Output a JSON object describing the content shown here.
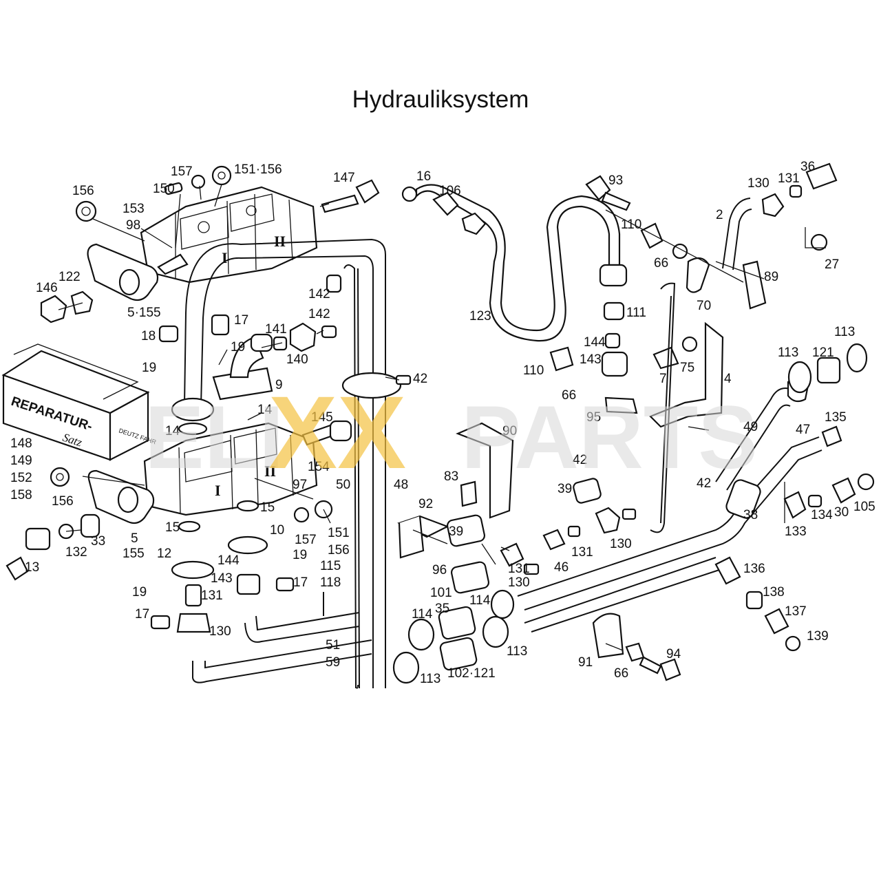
{
  "title": "Hydrauliksystem",
  "box": {
    "line1": "REPARATUR-",
    "line2": "Satz",
    "logo": "DEUTZ FAHR"
  },
  "watermark": {
    "part1": "ELI",
    "part2": "XX",
    "part3": "PARTS",
    "color_grey": "#d8d8d8",
    "color_yellow": "#f5c242"
  },
  "pump_marks": {
    "left": "I",
    "right": "II"
  },
  "labels": [
    {
      "id": "156a",
      "text": "156"
    },
    {
      "id": "153",
      "text": "153"
    },
    {
      "id": "98",
      "text": "98"
    },
    {
      "id": "157a",
      "text": "157"
    },
    {
      "id": "150",
      "text": "150"
    },
    {
      "id": "151-156a",
      "text": "151·156"
    },
    {
      "id": "147",
      "text": "147"
    },
    {
      "id": "122",
      "text": "122"
    },
    {
      "id": "146",
      "text": "146"
    },
    {
      "id": "5-155a",
      "text": "5·155"
    },
    {
      "id": "17a",
      "text": "17"
    },
    {
      "id": "18",
      "text": "18"
    },
    {
      "id": "19a",
      "text": "19"
    },
    {
      "id": "19b",
      "text": "19"
    },
    {
      "id": "141",
      "text": "141"
    },
    {
      "id": "142a",
      "text": "142"
    },
    {
      "id": "142b",
      "text": "142"
    },
    {
      "id": "140",
      "text": "140"
    },
    {
      "id": "9",
      "text": "9"
    },
    {
      "id": "14a",
      "text": "14"
    },
    {
      "id": "14b",
      "text": "14"
    },
    {
      "id": "145",
      "text": "145"
    },
    {
      "id": "154",
      "text": "154"
    },
    {
      "id": "97",
      "text": "97"
    },
    {
      "id": "148",
      "text": "148"
    },
    {
      "id": "149",
      "text": "149"
    },
    {
      "id": "152",
      "text": "152"
    },
    {
      "id": "158",
      "text": "158"
    },
    {
      "id": "156b",
      "text": "156"
    },
    {
      "id": "5",
      "text": "5"
    },
    {
      "id": "155",
      "text": "155"
    },
    {
      "id": "33",
      "text": "33"
    },
    {
      "id": "132",
      "text": "132"
    },
    {
      "id": "13",
      "text": "13"
    },
    {
      "id": "15a",
      "text": "15"
    },
    {
      "id": "15b",
      "text": "15"
    },
    {
      "id": "157b",
      "text": "157"
    },
    {
      "id": "151",
      "text": "151"
    },
    {
      "id": "156c",
      "text": "156"
    },
    {
      "id": "10",
      "text": "10"
    },
    {
      "id": "12",
      "text": "12"
    },
    {
      "id": "144a",
      "text": "144"
    },
    {
      "id": "143a",
      "text": "143"
    },
    {
      "id": "19c",
      "text": "19"
    },
    {
      "id": "19d",
      "text": "19"
    },
    {
      "id": "17b",
      "text": "17"
    },
    {
      "id": "17c",
      "text": "17"
    },
    {
      "id": "131a",
      "text": "131"
    },
    {
      "id": "130a",
      "text": "130"
    },
    {
      "id": "115",
      "text": "115"
    },
    {
      "id": "118",
      "text": "118"
    },
    {
      "id": "51",
      "text": "51"
    },
    {
      "id": "59",
      "text": "59"
    },
    {
      "id": "50",
      "text": "50"
    },
    {
      "id": "48",
      "text": "48"
    },
    {
      "id": "16",
      "text": "16"
    },
    {
      "id": "106",
      "text": "106"
    },
    {
      "id": "123",
      "text": "123"
    },
    {
      "id": "93",
      "text": "93"
    },
    {
      "id": "110a",
      "text": "110"
    },
    {
      "id": "66a",
      "text": "66"
    },
    {
      "id": "70",
      "text": "70"
    },
    {
      "id": "89",
      "text": "89"
    },
    {
      "id": "2",
      "text": "2"
    },
    {
      "id": "130b",
      "text": "130"
    },
    {
      "id": "131b",
      "text": "131"
    },
    {
      "id": "36",
      "text": "36"
    },
    {
      "id": "27",
      "text": "27"
    },
    {
      "id": "111",
      "text": "111"
    },
    {
      "id": "144b",
      "text": "144"
    },
    {
      "id": "143b",
      "text": "143"
    },
    {
      "id": "110b",
      "text": "110"
    },
    {
      "id": "66b",
      "text": "66"
    },
    {
      "id": "7",
      "text": "7"
    },
    {
      "id": "75",
      "text": "75"
    },
    {
      "id": "4",
      "text": "4"
    },
    {
      "id": "95",
      "text": "95"
    },
    {
      "id": "42a",
      "text": "42"
    },
    {
      "id": "42b",
      "text": "42"
    },
    {
      "id": "42c",
      "text": "42"
    },
    {
      "id": "90",
      "text": "90"
    },
    {
      "id": "83",
      "text": "83"
    },
    {
      "id": "92",
      "text": "92"
    },
    {
      "id": "39a",
      "text": "39"
    },
    {
      "id": "39b",
      "text": "39"
    },
    {
      "id": "96",
      "text": "96"
    },
    {
      "id": "130c",
      "text": "130"
    },
    {
      "id": "130d",
      "text": "130"
    },
    {
      "id": "131c",
      "text": "131"
    },
    {
      "id": "131d",
      "text": "131"
    },
    {
      "id": "46",
      "text": "46"
    },
    {
      "id": "101",
      "text": "101"
    },
    {
      "id": "35",
      "text": "35"
    },
    {
      "id": "114a",
      "text": "114"
    },
    {
      "id": "114b",
      "text": "114"
    },
    {
      "id": "113a",
      "text": "113"
    },
    {
      "id": "113b",
      "text": "113"
    },
    {
      "id": "113c",
      "text": "113"
    },
    {
      "id": "113d",
      "text": "113"
    },
    {
      "id": "102-121",
      "text": "102·121"
    },
    {
      "id": "91",
      "text": "91"
    },
    {
      "id": "66c",
      "text": "66"
    },
    {
      "id": "94",
      "text": "94"
    },
    {
      "id": "49",
      "text": "49"
    },
    {
      "id": "47",
      "text": "47"
    },
    {
      "id": "121",
      "text": "121"
    },
    {
      "id": "135",
      "text": "135"
    },
    {
      "id": "38",
      "text": "38"
    },
    {
      "id": "133",
      "text": "133"
    },
    {
      "id": "134",
      "text": "134"
    },
    {
      "id": "30",
      "text": "30"
    },
    {
      "id": "105",
      "text": "105"
    },
    {
      "id": "136",
      "text": "136"
    },
    {
      "id": "138",
      "text": "138"
    },
    {
      "id": "137",
      "text": "137"
    },
    {
      "id": "139",
      "text": "139"
    }
  ]
}
